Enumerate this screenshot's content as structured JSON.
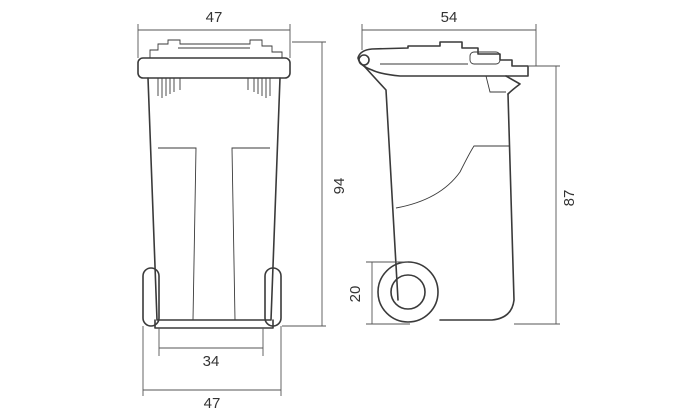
{
  "front_view": {
    "top_width": "47",
    "wheel_track": "34",
    "base_width": "47",
    "height": "94"
  },
  "side_view": {
    "top_depth": "54",
    "body_height": "87",
    "wheel_height": "20"
  }
}
